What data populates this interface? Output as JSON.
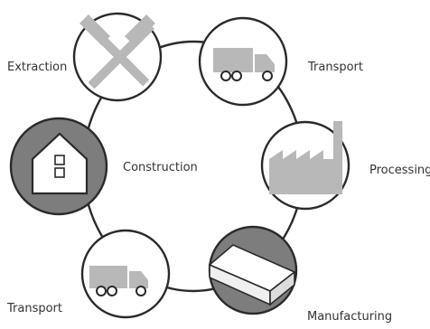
{
  "colors": {
    "outline": "#2a2a2a",
    "icon_gray": "#b8b8b8",
    "node_fill_light": "#ffffff",
    "node_fill_dark": "#7d7d7d"
  },
  "stages": [
    {
      "label": "Extraction",
      "icon": "crossed-hammers-icon"
    },
    {
      "label": "Transport",
      "icon": "truck-icon"
    },
    {
      "label": "Processing",
      "icon": "factory-icon"
    },
    {
      "label": "Manufacturing",
      "icon": "block-icon"
    },
    {
      "label": "Transport",
      "icon": "truck-icon"
    },
    {
      "label": "Construction",
      "icon": "house-icon"
    }
  ]
}
